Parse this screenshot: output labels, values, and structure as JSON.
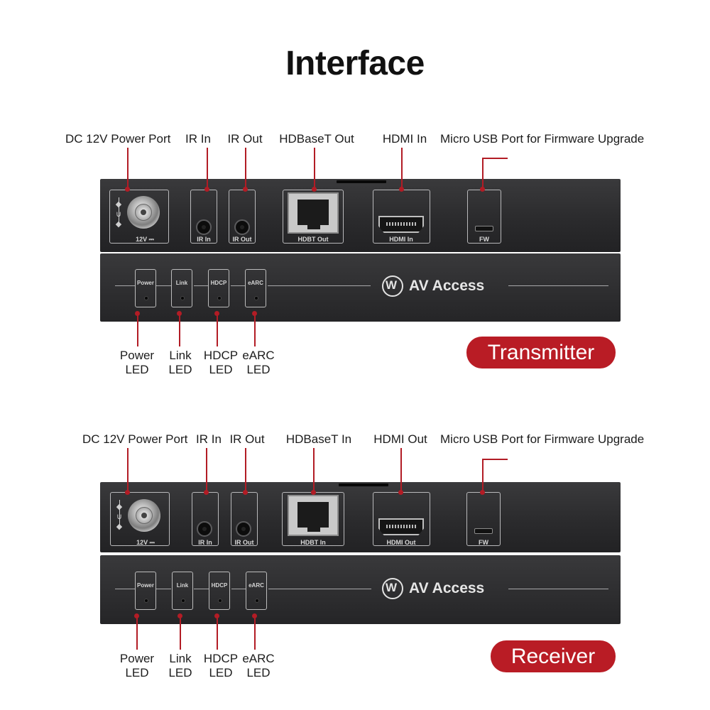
{
  "title": "Interface",
  "transmitter": {
    "badge": "Transmitter",
    "top_labels": {
      "dc": "DC 12V  Power Port",
      "ir_in": "IR In",
      "ir_out": "IR Out",
      "hdbaset": "HDBaseT Out",
      "hdmi": "HDMI In",
      "usb": "Micro USB Port for Firmware Upgrade"
    },
    "port_labels": {
      "dc": "12V ⎓",
      "ir_in": "IR In",
      "ir_out": "IR Out",
      "hdbt": "HDBT Out",
      "hdmi": "HDMI In",
      "fw": "FW"
    },
    "led_panel": [
      "Power",
      "Link",
      "HDCP",
      "eARC"
    ],
    "logo": "AV Access",
    "logo_mark": "W",
    "bottom_labels": [
      {
        "line1": "Power",
        "line2": "LED"
      },
      {
        "line1": "Link",
        "line2": "LED"
      },
      {
        "line1": "HDCP",
        "line2": "LED"
      },
      {
        "line1": "eARC",
        "line2": "LED"
      }
    ]
  },
  "receiver": {
    "badge": "Receiver",
    "top_labels": {
      "dc": "DC 12V Power Port",
      "ir_in": "IR In",
      "ir_out": "IR Out",
      "hdbaset": "HDBaseT In",
      "hdmi": "HDMI Out",
      "usb": "Micro USB Port for Firmware Upgrade"
    },
    "port_labels": {
      "dc": "12V ⎓",
      "ir_in": "IR In",
      "ir_out": "IR Out",
      "hdbt": "HDBT In",
      "hdmi": "HDMI Out",
      "fw": "FW"
    },
    "led_panel": [
      "Power",
      "Link",
      "HDCP",
      "eARC"
    ],
    "logo": "AV Access",
    "logo_mark": "W",
    "bottom_labels": [
      {
        "line1": "Power",
        "line2": "LED"
      },
      {
        "line1": "Link",
        "line2": "LED"
      },
      {
        "line1": "HDCP",
        "line2": "LED"
      },
      {
        "line1": "eARC",
        "line2": "LED"
      }
    ]
  },
  "colors": {
    "accent": "#b91c25",
    "panel": "#2e2e30",
    "text": "#1c1c1c"
  }
}
